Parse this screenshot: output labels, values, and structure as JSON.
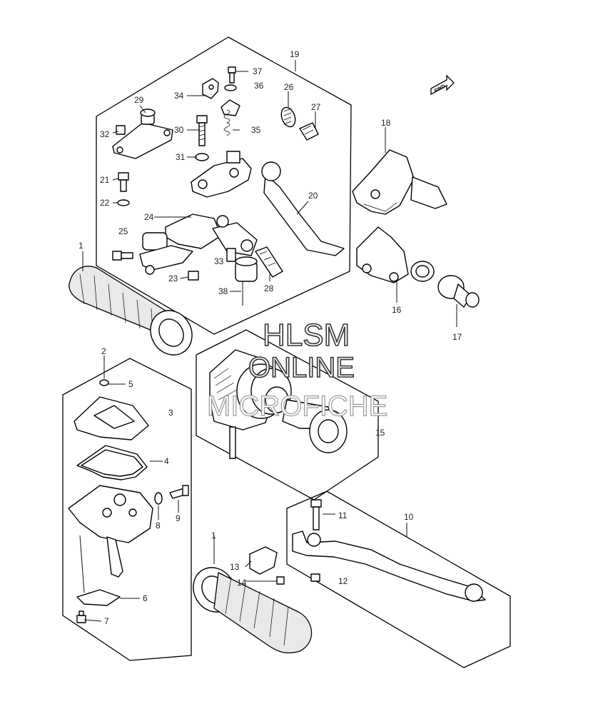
{
  "diagram": {
    "direction_label": "FWD",
    "callouts": [
      {
        "id": "19",
        "text": "19"
      },
      {
        "id": "37",
        "text": "37"
      },
      {
        "id": "36",
        "text": "36"
      },
      {
        "id": "34",
        "text": "34"
      },
      {
        "id": "26",
        "text": "26"
      },
      {
        "id": "27",
        "text": "27"
      },
      {
        "id": "29",
        "text": "29"
      },
      {
        "id": "30",
        "text": "30"
      },
      {
        "id": "35",
        "text": "35"
      },
      {
        "id": "32",
        "text": "32"
      },
      {
        "id": "31",
        "text": "31"
      },
      {
        "id": "21",
        "text": "21"
      },
      {
        "id": "22",
        "text": "22"
      },
      {
        "id": "20",
        "text": "20"
      },
      {
        "id": "24",
        "text": "24"
      },
      {
        "id": "25",
        "text": "25"
      },
      {
        "id": "33",
        "text": "33"
      },
      {
        "id": "23",
        "text": "23"
      },
      {
        "id": "28",
        "text": "28"
      },
      {
        "id": "38",
        "text": "38"
      },
      {
        "id": "18",
        "text": "18"
      },
      {
        "id": "16",
        "text": "16"
      },
      {
        "id": "17",
        "text": "17"
      },
      {
        "id": "1a",
        "text": "1"
      },
      {
        "id": "2",
        "text": "2"
      },
      {
        "id": "5",
        "text": "5"
      },
      {
        "id": "3",
        "text": "3"
      },
      {
        "id": "4",
        "text": "4"
      },
      {
        "id": "8",
        "text": "8"
      },
      {
        "id": "9",
        "text": "9"
      },
      {
        "id": "6",
        "text": "6"
      },
      {
        "id": "7",
        "text": "7"
      },
      {
        "id": "15",
        "text": "15"
      },
      {
        "id": "10",
        "text": "10"
      },
      {
        "id": "11",
        "text": "11"
      },
      {
        "id": "12",
        "text": "12"
      },
      {
        "id": "1b",
        "text": "1"
      },
      {
        "id": "13",
        "text": "13"
      },
      {
        "id": "14",
        "text": "14"
      }
    ]
  },
  "watermark": {
    "line1": "HLSM",
    "line2": "ONLINE",
    "line3": "MICROFICHE"
  }
}
